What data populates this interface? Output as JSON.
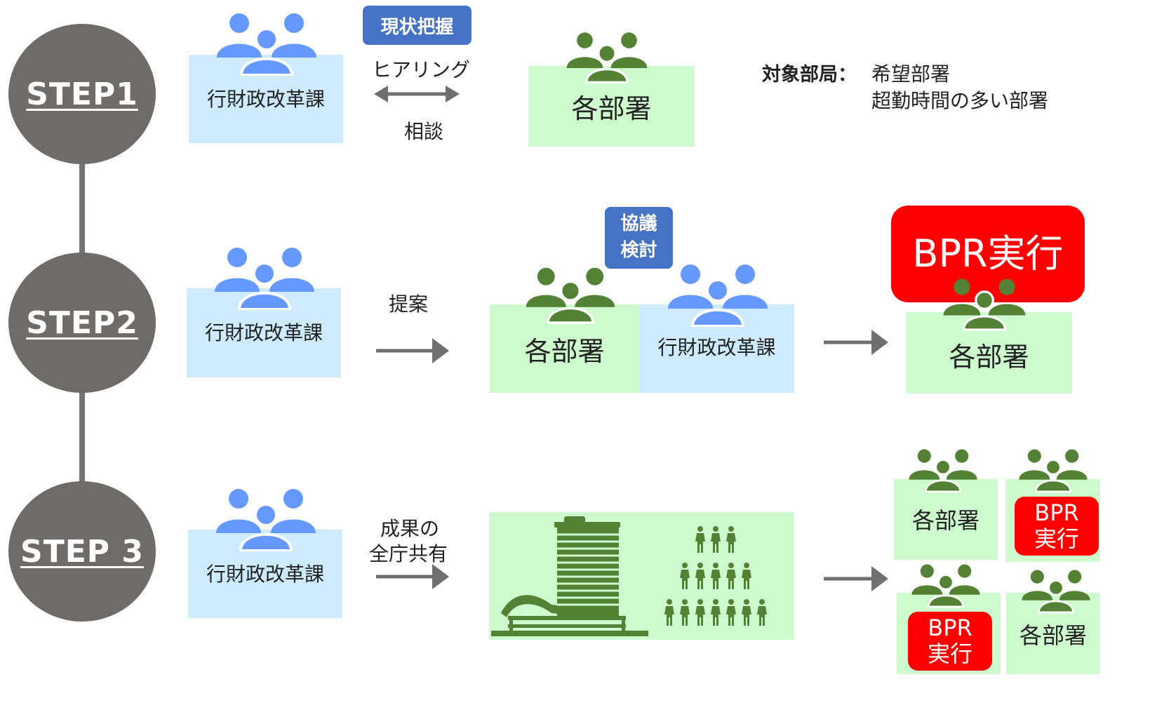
{
  "steps": [
    {
      "label": "STEP1"
    },
    {
      "label": "STEP2"
    },
    {
      "label": "STEP 3"
    }
  ],
  "step1": {
    "admin": "行財政改革課",
    "tag": "現状把握",
    "arrow_top": "ヒアリング",
    "arrow_bottom": "相談",
    "dept": "各部署",
    "target_label": "対象部局：",
    "target_line1": "希望部署",
    "target_line2": "超勤時間の多い部署"
  },
  "step2": {
    "admin": "行財政改革課",
    "arrow_label": "提案",
    "tag_line1": "協議",
    "tag_line2": "検討",
    "dept": "各部署",
    "admin2": "行財政改革課",
    "bpr": "BPR実行",
    "result_dept": "各部署"
  },
  "step3": {
    "admin": "行財政改革課",
    "arrow_line1": "成果の",
    "arrow_line2": "全庁共有",
    "dept_a": "各部署",
    "bpr_b1": "BPR",
    "bpr_b2": "実行",
    "bpr_c1": "BPR",
    "bpr_c2": "実行",
    "dept_d": "各部署"
  },
  "colors": {
    "blue_people": "#6699ff",
    "green_people": "#548235",
    "blue_box": "#cdeaff",
    "green_box": "#cdfbcd",
    "step_circle": "#6f6b6a",
    "tag": "#4472c4",
    "bpr_red": "#ff0000",
    "arrow": "#6f6f6f"
  },
  "icons": [
    "people-group-icon",
    "arrow-right-icon",
    "double-arrow-icon",
    "building-icon",
    "crowd-pyramid-icon"
  ]
}
